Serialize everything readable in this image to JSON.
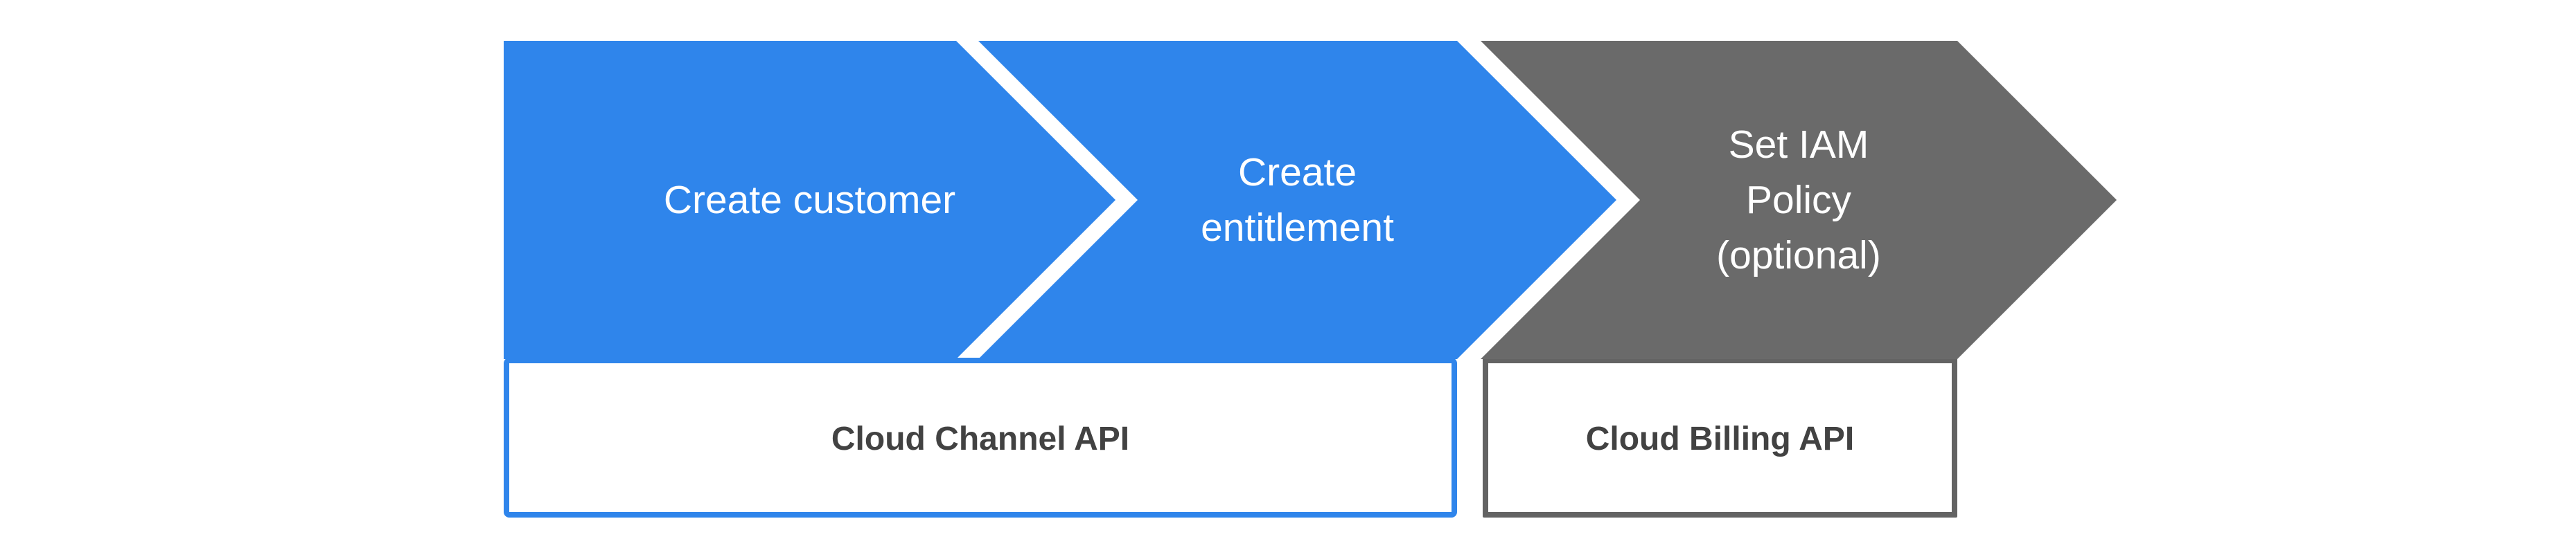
{
  "diagram": {
    "steps": [
      {
        "id": "create-customer",
        "lines": [
          "Create customer"
        ],
        "fill_color": "#2F85EB",
        "text_color": "#FFFFFF"
      },
      {
        "id": "create-entitlement",
        "lines": [
          "Create",
          "entitlement"
        ],
        "fill_color": "#2F85EB",
        "text_color": "#FFFFFF"
      },
      {
        "id": "set-iam-policy",
        "lines": [
          "Set IAM",
          "Policy",
          "(optional)"
        ],
        "fill_color": "#6A6A6A",
        "text_color": "#FFFFFF"
      }
    ],
    "api_boxes": [
      {
        "id": "cloud-channel-api",
        "label": "Cloud Channel API",
        "border_color": "#2F85EB",
        "text_color": "#424242"
      },
      {
        "id": "cloud-billing-api",
        "label": "Cloud Billing API",
        "border_color": "#636363",
        "text_color": "#424242"
      }
    ],
    "colors": {
      "blue": "#2F85EB",
      "gray": "#6A6A6A",
      "label_dark": "#424242",
      "background": "#FFFFFF"
    }
  }
}
